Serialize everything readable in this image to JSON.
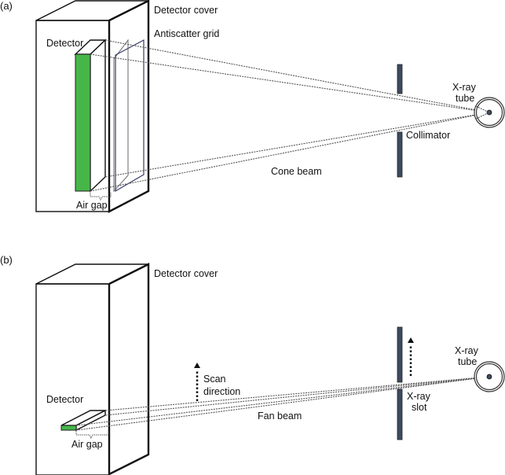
{
  "panel_a": {
    "tag": "(a)",
    "labels": {
      "detector_cover": "Detector cover",
      "antiscatter_grid": "Antiscatter grid",
      "detector": "Detector",
      "air_gap": "Air gap",
      "cone_beam": "Cone beam",
      "collimator": "Collimator",
      "xray_tube_line1": "X-ray",
      "xray_tube_line2": "tube"
    }
  },
  "panel_b": {
    "tag": "(b)",
    "labels": {
      "detector_cover": "Detector cover",
      "detector": "Detector",
      "air_gap": "Air gap",
      "scan_direction_line1": "Scan",
      "scan_direction_line2": "direction",
      "fan_beam": "Fan beam",
      "xray_slot_line1": "X-ray",
      "xray_slot_line2": "slot",
      "xray_tube_line1": "X-ray",
      "xray_tube_line2": "tube"
    }
  },
  "colors": {
    "detector": "#46b649",
    "collimator": "#3d4a5e",
    "grid": "#3a3a6a"
  }
}
